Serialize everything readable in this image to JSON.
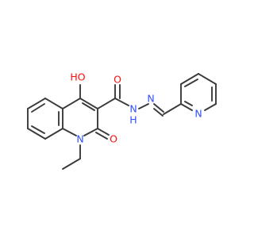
{
  "molecule": {
    "colors": {
      "bond": "#3a3a3a",
      "oxygen": "#ff0d0d",
      "nitrogen": "#3050f8",
      "background": "#ffffff"
    },
    "labels": {
      "hydroxyl": "HO",
      "carbonyl_o": "O",
      "ring_o": "O",
      "ring_n": "N",
      "amide_n": "N",
      "imine_n": "N",
      "pyridine_n": "N",
      "amide_h": "H"
    }
  }
}
